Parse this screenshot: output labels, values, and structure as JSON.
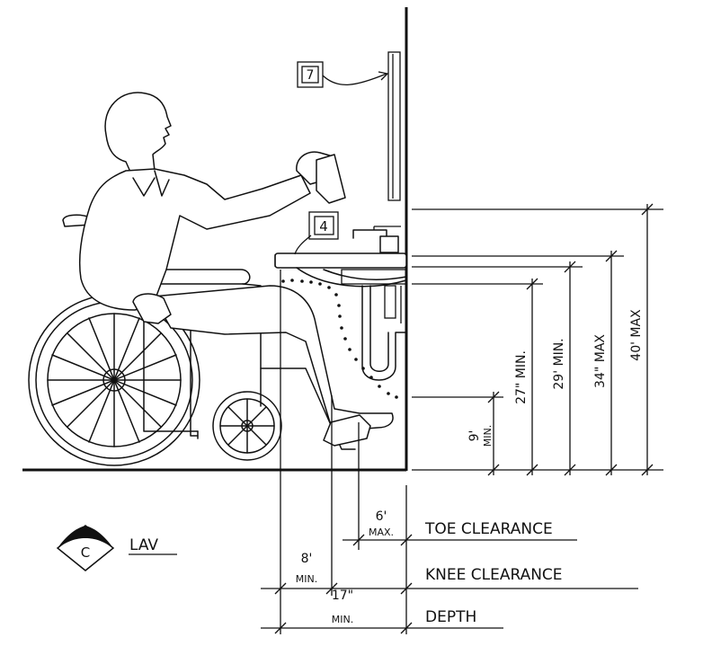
{
  "tags": {
    "mirror": "7",
    "sink": "4"
  },
  "section": {
    "letter": "C",
    "title": "LAV"
  },
  "vertical_dims": {
    "nine_value": "9'",
    "nine_sub": "MIN.",
    "twentyseven": "27\" MIN.",
    "twentynine": "29' MIN.",
    "thirtyfour": "34\" MAX",
    "forty": "40' MAX"
  },
  "horizontal_dims": {
    "toe_value": "6'",
    "toe_sub": "MAX.",
    "toe_label": "TOE CLEARANCE",
    "knee_value": "8'",
    "knee_sub": "MIN.",
    "knee_label": "KNEE CLEARANCE",
    "depth_value": "17\"",
    "depth_sub": "MIN.",
    "depth_label": "DEPTH"
  }
}
